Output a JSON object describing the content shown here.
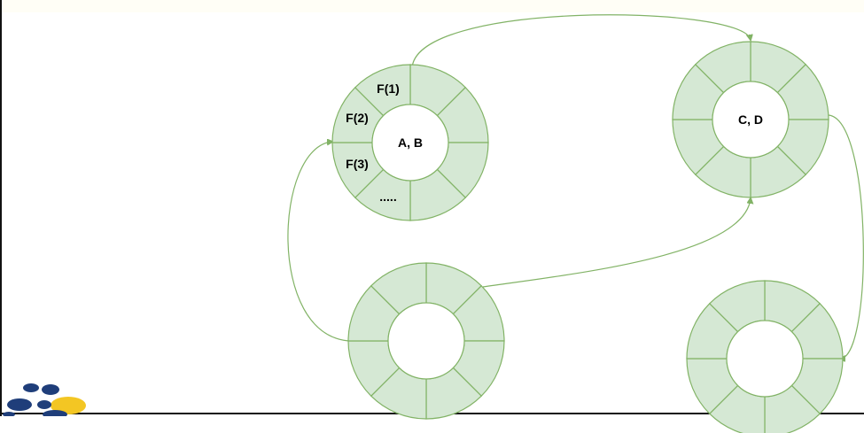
{
  "diagram": {
    "rings": [
      {
        "id": "ring-top-left",
        "center_label": "A, B",
        "slot_labels": [
          "F(1)",
          "F(2)",
          "F(3)",
          "....."
        ]
      },
      {
        "id": "ring-top-right",
        "center_label": "C, D",
        "slot_labels": []
      },
      {
        "id": "ring-bottom-left",
        "center_label": "",
        "slot_labels": []
      },
      {
        "id": "ring-bottom-right",
        "center_label": "",
        "slot_labels": []
      }
    ],
    "edges": [
      {
        "from": "ring-top-left",
        "to": "ring-top-right"
      },
      {
        "from": "ring-bottom-left",
        "to": "ring-top-left"
      },
      {
        "from": "ring-bottom-left",
        "to": "ring-top-right"
      },
      {
        "from": "ring-top-right",
        "to": "ring-bottom-right"
      }
    ],
    "colors": {
      "fill": "#d5e8d4",
      "stroke": "#82b366",
      "edge": "#82b366",
      "text": "#000000"
    }
  },
  "logo": {
    "icon": "molecule-logo-icon",
    "colors": [
      "#1f3e7a",
      "#f3c623"
    ]
  }
}
